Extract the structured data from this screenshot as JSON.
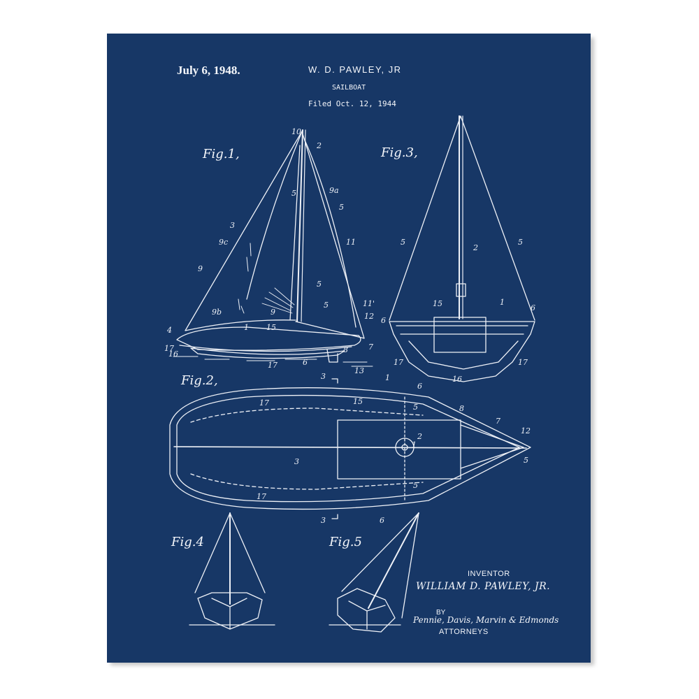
{
  "header": {
    "date": "July 6, 1948.",
    "inventor_name": "W. D. PAWLEY, JR",
    "subject": "SAILBOAT",
    "filed": "Filed Oct. 12, 1944"
  },
  "figures": {
    "fig1": "Fig.1,",
    "fig2": "Fig.2,",
    "fig3": "Fig.3,",
    "fig4": "Fig.4",
    "fig5": "Fig.5"
  },
  "signature_block": {
    "inventor_label": "INVENTOR",
    "inventor_full": "WILLIAM D. PAWLEY, JR.",
    "by": "BY",
    "attorneys_signature": "Pennie, Davis, Marvin & Edmonds",
    "attorneys_label": "ATTORNEYS"
  },
  "numerals": {
    "n10": "10",
    "n2": "2",
    "n5": "5",
    "n9a": "9a",
    "n11": "11",
    "n3": "3",
    "n9c": "9c",
    "n9": "9",
    "n9b": "9b",
    "n1": "1",
    "n15": "15",
    "n12": "12",
    "n11p": "11'",
    "n4": "4",
    "n17": "17",
    "n16": "16",
    "n8": "8",
    "n7": "7",
    "n6": "6",
    "n13": "13",
    "n3arrow": "3"
  },
  "colors": {
    "background": "#173766",
    "ink": "#f4f6fa"
  }
}
